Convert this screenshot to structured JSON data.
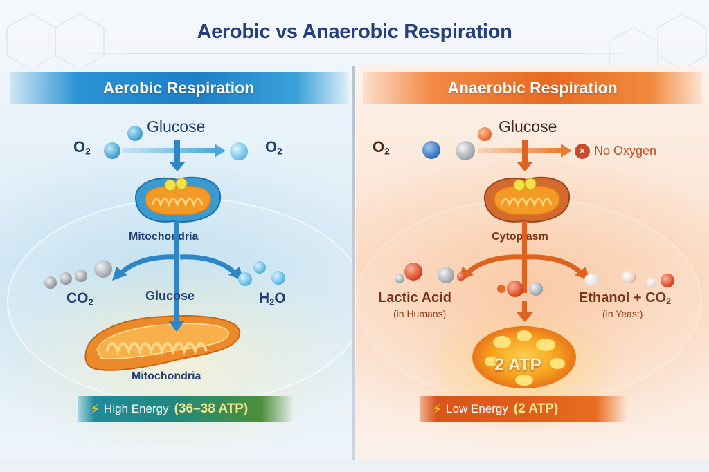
{
  "title": "Aerobic vs Anaerobic Respiration",
  "aerobic": {
    "header": "Aerobic Respiration",
    "input_label": "Glucose",
    "oxygen_in": "O",
    "oxygen_in_sub": "2",
    "oxygen_out": "O",
    "oxygen_out_sub": "2",
    "organelle_label": "Mitochondria",
    "products": {
      "left": {
        "main": "CO",
        "sub": "2"
      },
      "center": "Glucose",
      "right": {
        "main": "H",
        "sub": "2",
        "tail": "O"
      }
    },
    "organelle_label_2": "Mitochondria",
    "energy": {
      "label": "High Energy",
      "value": "(36–38 ATP)"
    },
    "accent_color": "#1e7fc6"
  },
  "anaerobic": {
    "header": "Anaerobic Respiration",
    "input_label": "Glucose",
    "oxygen_in": "O",
    "oxygen_in_sub": "2",
    "no_oxygen_label": "No Oxygen",
    "location_label": "Cytoplasm",
    "products": {
      "left": {
        "main": "Lactic Acid",
        "note": "(in Humans)"
      },
      "right": {
        "main": "Ethanol + CO",
        "sub": "2",
        "note": "(in Yeast)"
      }
    },
    "atp_burst_label": "2 ATP",
    "energy": {
      "label": "Low Energy",
      "value": "(2 ATP)"
    },
    "accent_color": "#e86a22"
  },
  "icons": {
    "bolt": "⚡",
    "no_entry": "✕"
  }
}
